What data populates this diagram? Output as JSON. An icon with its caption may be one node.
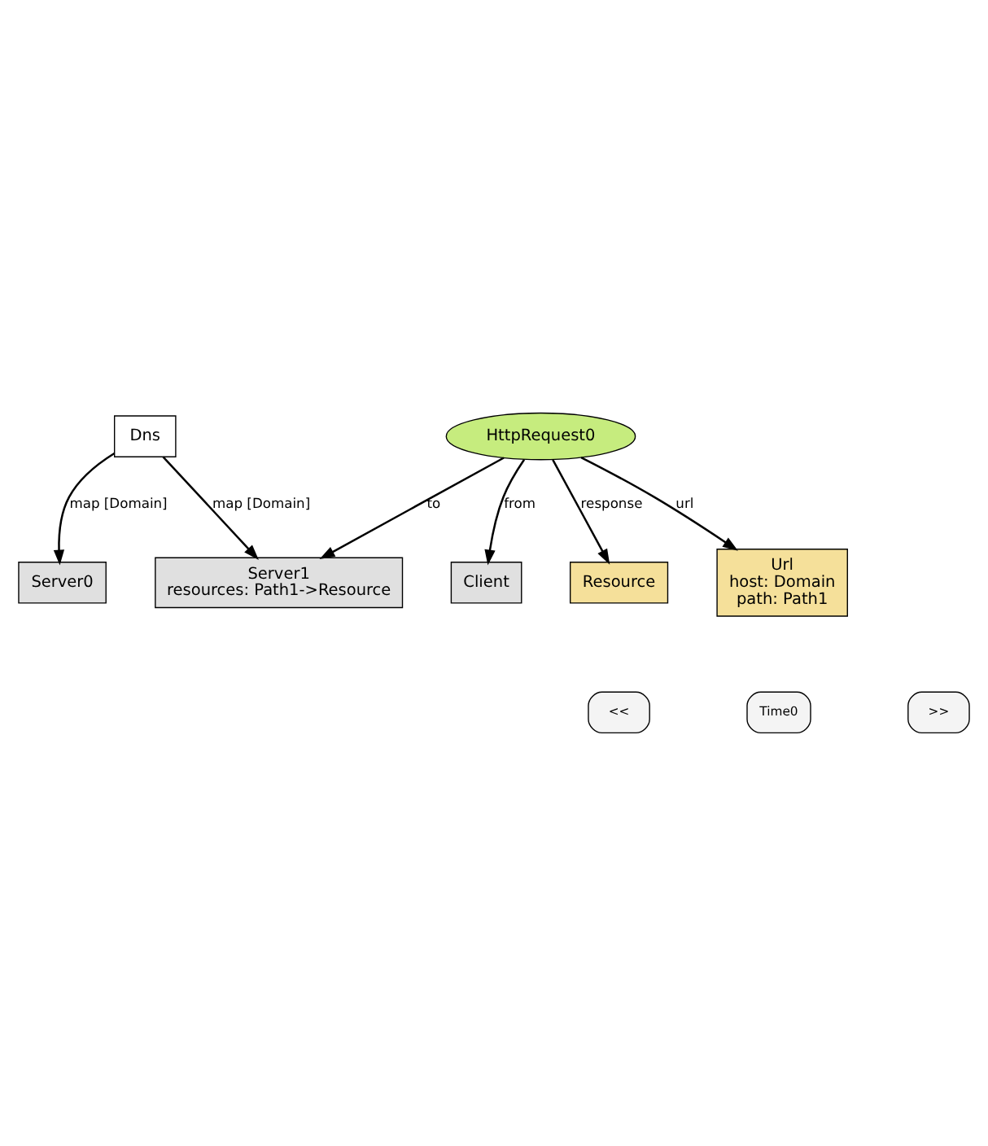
{
  "diagram": {
    "nodes": [
      {
        "text": [
          "Dns"
        ]
      },
      {
        "text": [
          "Server0"
        ]
      },
      {
        "text": [
          "Server1",
          "resources: Path1->Resource"
        ]
      },
      {
        "text": [
          "Client"
        ]
      },
      {
        "text": [
          "HttpRequest0"
        ]
      },
      {
        "text": [
          "Resource"
        ]
      },
      {
        "text": [
          "Url",
          "host: Domain",
          "path: Path1"
        ]
      }
    ],
    "edges": [
      {
        "from": 0,
        "to": 1,
        "arrow": "to",
        "label": "map [Domain]"
      },
      {
        "from": 0,
        "to": 2,
        "arrow": "to",
        "label": "map [Domain]"
      },
      {
        "from": 4,
        "to": 2,
        "arrow": "to",
        "label": "to"
      },
      {
        "from": 4,
        "to": 3,
        "arrow": "to",
        "label": "from"
      },
      {
        "from": 4,
        "to": 5,
        "arrow": "to",
        "label": "response"
      },
      {
        "from": 4,
        "to": 6,
        "arrow": "to",
        "label": "url"
      }
    ],
    "labels": [
      "<<",
      "Time0",
      ">>"
    ]
  }
}
